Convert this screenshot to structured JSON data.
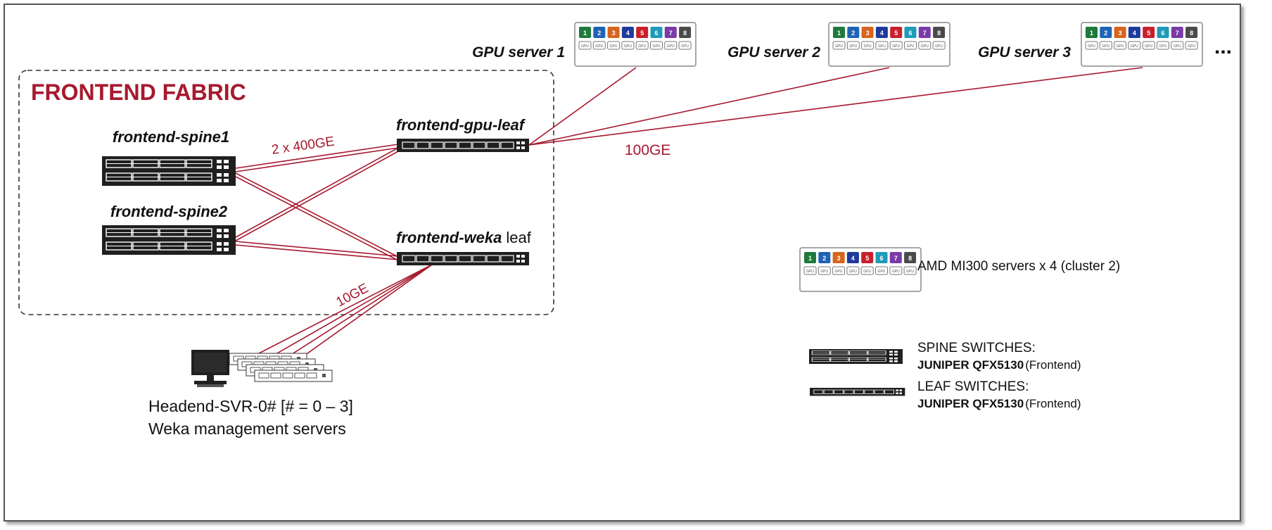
{
  "fabric_title": "FRONTEND FABRIC",
  "nodes": {
    "spine1": "frontend-spine1",
    "spine2": "frontend-spine2",
    "gpu_leaf": "frontend-gpu-leaf",
    "weka_leaf_name": "frontend-weka",
    "weka_leaf_suffix": "leaf",
    "gpu_server_1": "GPU server 1",
    "gpu_server_2": "GPU server 2",
    "gpu_server_3": "GPU server 3",
    "ellipsis": "...",
    "headend_line1": "Headend-SVR-0# [# = 0 – 3]",
    "headend_line2": "Weka management servers"
  },
  "links": {
    "spine_leaf_speed": "2 x 400GE",
    "gpu_speed": "100GE",
    "headend_speed": "10GE"
  },
  "legend": {
    "servers": "AMD MI300 servers x 4 (cluster 2)",
    "spine_title": "SPINE SWITCHES:",
    "spine_model": "JUNIPER QFX5130",
    "spine_role": "(Frontend)",
    "leaf_title": "LEAF SWITCHES:",
    "leaf_model": "JUNIPER QFX5130",
    "leaf_role": "(Frontend)"
  },
  "gpu_slots": [
    "1",
    "2",
    "3",
    "4",
    "5",
    "6",
    "7",
    "8"
  ],
  "gpu_chip_label": "GPU",
  "colors": {
    "accent": "#a6192e",
    "link": "#a6192e",
    "switch_body": "#1f1f1f",
    "gpu_slots": [
      "#1e7a3a",
      "#1f63b5",
      "#d9641c",
      "#1d3a9c",
      "#c8202b",
      "#1e9bb8",
      "#7a3aa8",
      "#4a4a4a"
    ]
  }
}
